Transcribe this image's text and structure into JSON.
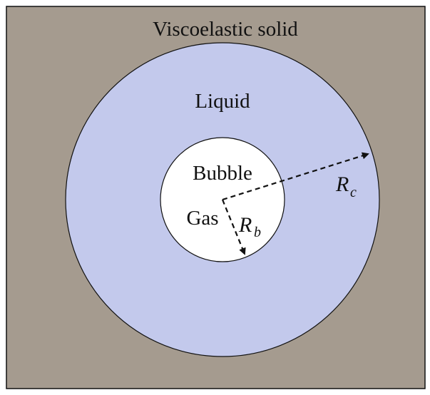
{
  "diagram": {
    "colors": {
      "solid": "#a59b8f",
      "liquid": "#c3c9ec",
      "bubble": "#ffffff",
      "outline": "#111111",
      "arrow": "#111111"
    },
    "labels": {
      "solid": "Viscoelastic solid",
      "liquid": "Liquid",
      "bubble": "Bubble",
      "gas": "Gas"
    },
    "radius_labels": {
      "cavity_symbol": "R",
      "cavity_subscript": "c",
      "bubble_symbol": "R",
      "bubble_subscript": "b"
    }
  }
}
